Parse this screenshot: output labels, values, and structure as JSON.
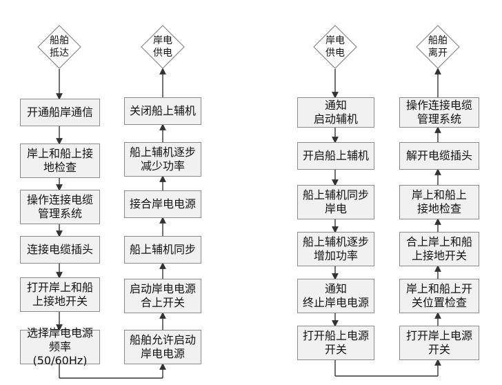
{
  "left_flowchart": {
    "start": "船舶\n抵达",
    "end": "岸电\n供电",
    "steps_down": [
      "开通船岸通信",
      "岸上和船上接\n地检查",
      "操作连接电缆\n管理系统",
      "连接电缆插头",
      "打开岸上和船\n上接地开关",
      "选择岸电电源\n频率(50/60Hz)"
    ],
    "steps_up": [
      "船舶允许启动\n岸电电源",
      "启动岸电电源\n合上开关",
      "船上辅机同步",
      "接合岸电电源",
      "船上辅机逐步\n减少功率",
      "关闭船上辅机"
    ]
  },
  "right_flowchart": {
    "start": "岸电\n供电",
    "end": "船舶\n离开",
    "steps_down": [
      "通知\n启动辅机",
      "开启船上辅机",
      "船上辅机同步\n岸电",
      "船上辅机逐步\n增加功率",
      "通知\n终止岸电电源",
      "打开船上电源\n开关"
    ],
    "steps_up": [
      "打开岸上电源\n开关",
      "岸上和船上开\n关位置检查",
      "合上岸上和船\n上接地开关",
      "岸上和船上\n接地检查",
      "解开电缆插头",
      "操作连接电缆\n管理系统"
    ]
  }
}
